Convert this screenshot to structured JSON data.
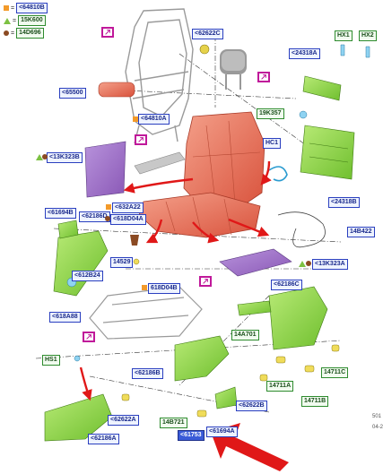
{
  "legend": [
    {
      "symbol": "square",
      "color": "#f39a2a",
      "eq": "=",
      "label": "<64810B"
    },
    {
      "symbol": "triangle",
      "color": "#7cc142",
      "eq": "=",
      "label": "15K600"
    },
    {
      "symbol": "circle",
      "color": "#8b4a22",
      "eq": "=",
      "label": "14D696"
    }
  ],
  "labels": {
    "l62622C": "<62622C",
    "l24318A": "<24318A",
    "lHX1": "HX1",
    "lHX2": "HX2",
    "l65500": "<65500",
    "l64810A": "<64810A",
    "l19K357": "19K357",
    "lHC1": "HC1",
    "l13K323B": "<13K323B",
    "l24318B": "<24318B",
    "l632A22": "<632A22",
    "l618D04A": "<618D04A",
    "l61694B": "<61694B",
    "l62186D": "<62186D",
    "l14B422": "14B422",
    "l14529": "14529",
    "l13K323A": "<13K323A",
    "l612B24": "<612B24",
    "l618D04B": "618D04B",
    "l62186C": "<62186C",
    "l618A88": "<618A88",
    "l14A701": "14A701",
    "lHS1": "HS1",
    "l62186B": "<62186B",
    "l14711C": "14711C",
    "l14711A": "14711A",
    "l14711B": "14711B",
    "l62622A": "<62622A",
    "l62622B": "<62622B",
    "l14B721": "14B721",
    "l61694A": "<61694A",
    "l62186A": "<62186A",
    "l61753": "<61753"
  },
  "corner": {
    "line1": "501",
    "line2": "04-2"
  },
  "colors": {
    "green": "#8ed24a",
    "salmon": "#e8735c",
    "purple": "#9a6cc4",
    "red_arrow": "#e01818",
    "label_blue": "#2a3fbf"
  }
}
